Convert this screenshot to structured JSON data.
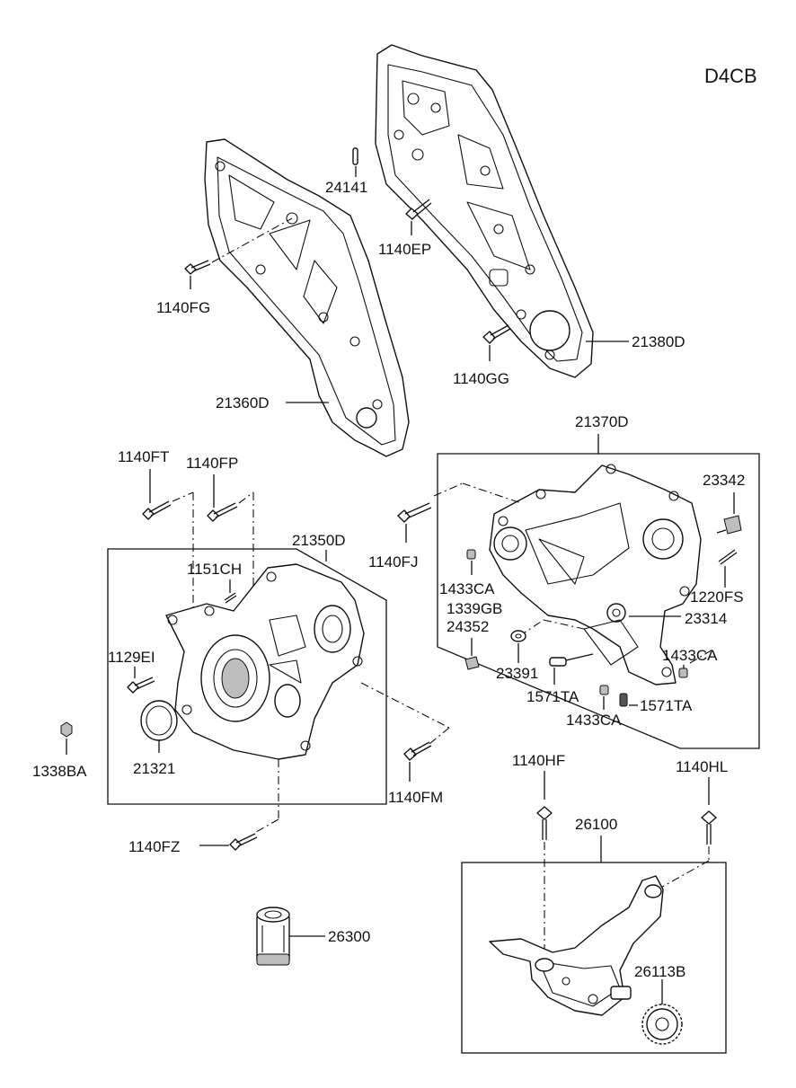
{
  "engine_code": "D4CB",
  "labels": {
    "p24141": "24141",
    "p1140EP": "1140EP",
    "p1140FG": "1140FG",
    "p21380D": "21380D",
    "p1140GG": "1140GG",
    "p21360D": "21360D",
    "p21370D": "21370D",
    "p1140FT": "1140FT",
    "p1140FP": "1140FP",
    "p23342": "23342",
    "p21350D": "21350D",
    "p1140FJ": "1140FJ",
    "p1151CH": "1151CH",
    "p1433CA_a": "1433CA",
    "p1220FS": "1220FS",
    "p1339GB": "1339GB",
    "p23314": "23314",
    "p24352": "24352",
    "p1129EI": "1129EI",
    "p1433CA_b": "1433CA",
    "p23391": "23391",
    "p1571TA_a": "1571TA",
    "p1571TA_b": "1571TA",
    "p1433CA_c": "1433CA",
    "p1338BA": "1338BA",
    "p21321": "21321",
    "p1140HF": "1140HF",
    "p1140HL": "1140HL",
    "p1140FM": "1140FM",
    "p26100": "26100",
    "p1140FZ": "1140FZ",
    "p26300": "26300",
    "p26113B": "26113B"
  }
}
